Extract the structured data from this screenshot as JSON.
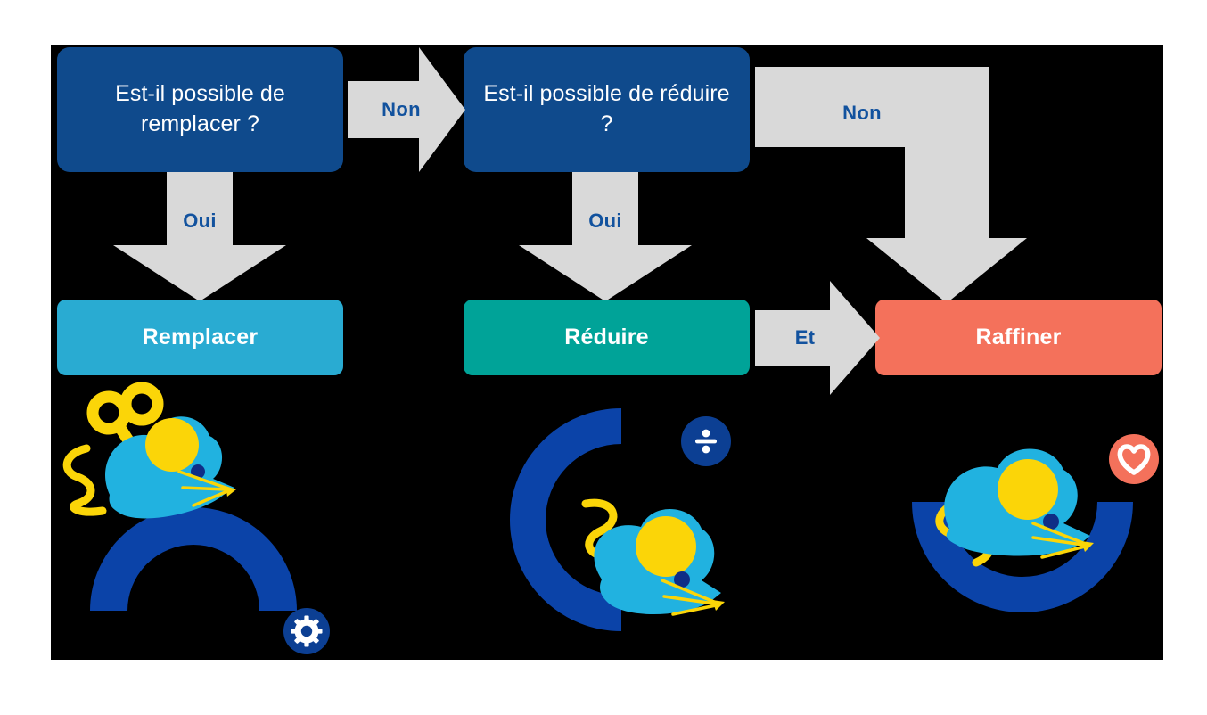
{
  "canvas": {
    "background": "#000000",
    "page_background": "#ffffff"
  },
  "palette": {
    "decision_blue": "#0F4A8C",
    "arrow_gray": "#D9D9D9",
    "label_blue": "#12529E",
    "replace_cyan": "#29ABD2",
    "reduce_teal": "#00A398",
    "refine_salmon": "#F4715B",
    "mouse_body": "#21B2E0",
    "mouse_ear": "#FBD508",
    "mouse_eye": "#0F2E86",
    "arc_blue": "#0B43A8",
    "badge_blue": "#0C3F93",
    "badge_white": "#FFFFFF"
  },
  "decisions": [
    {
      "id": "replace-question",
      "text": "Est-il possible de remplacer ?"
    },
    {
      "id": "reduce-question",
      "text": "Est-il possible de réduire ?"
    }
  ],
  "outcomes": [
    {
      "id": "replace",
      "label": "Remplacer",
      "color": "#29ABD2"
    },
    {
      "id": "reduce",
      "label": "Réduire",
      "color": "#00A398"
    },
    {
      "id": "refine",
      "label": "Raffiner",
      "color": "#F4715B"
    }
  ],
  "arrows": [
    {
      "id": "no-replace-to-reduce",
      "label": "Non",
      "direction": "right"
    },
    {
      "id": "yes-replace",
      "label": "Oui",
      "direction": "down"
    },
    {
      "id": "yes-reduce",
      "label": "Oui",
      "direction": "down"
    },
    {
      "id": "no-reduce-to-refine",
      "label": "Non",
      "direction": "elbow-right-down"
    },
    {
      "id": "reduce-and-refine",
      "label": "Et",
      "direction": "right"
    }
  ],
  "illustrations": [
    {
      "id": "wind-up-mouse",
      "badge": "gear-icon",
      "badge_color": "#0C3F93",
      "caption_for": "Remplacer"
    },
    {
      "id": "mouse-in-arc",
      "badge": "divide-icon",
      "badge_color": "#0C3F93",
      "caption_for": "Réduire"
    },
    {
      "id": "mouse-cradled",
      "badge": "heart-icon",
      "badge_color": "#F4715B",
      "caption_for": "Raffiner"
    }
  ]
}
